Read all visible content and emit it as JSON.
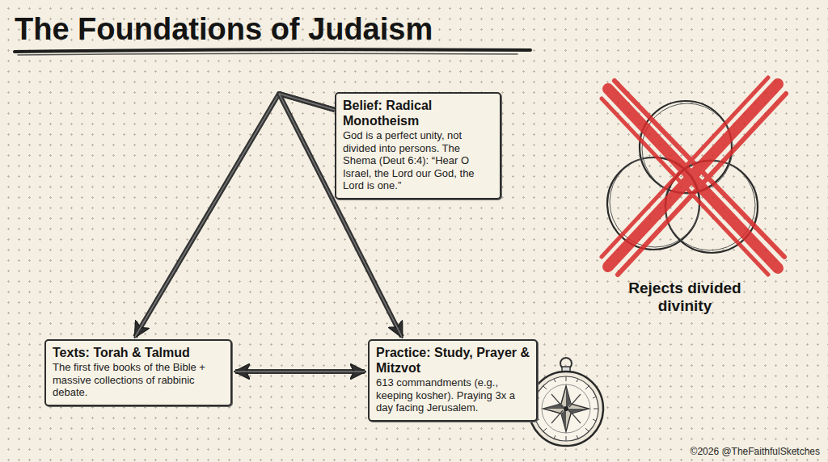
{
  "diagram": {
    "title": "The Foundations of Judaism",
    "nodes": [
      {
        "text": [
          "Belief: Radical Monotheism",
          "God is a perfect unity, not divided into persons. The Shema (Deut 6:4): “Hear O Israel, the Lord our God, the Lord is one.”"
        ]
      },
      {
        "text": [
          "Texts: Torah & Talmud",
          "The first five books of the Bible + massive collections of rabbinic debate."
        ]
      },
      {
        "text": [
          "Practice: Study, Prayer & Mitzvot",
          "613 commandments (e.g., keeping kosher). Praying 3x a day facing Jerusalem."
        ]
      }
    ],
    "edges": [
      {
        "from": 0,
        "to": 1,
        "arrow": "to"
      },
      {
        "from": 0,
        "to": 2,
        "arrow": "to"
      },
      {
        "from": 1,
        "to": 2,
        "arrow": "both"
      }
    ],
    "labels": [
      "Rejects divided divinity",
      "©2026 @TheFaithfulSketches"
    ]
  }
}
